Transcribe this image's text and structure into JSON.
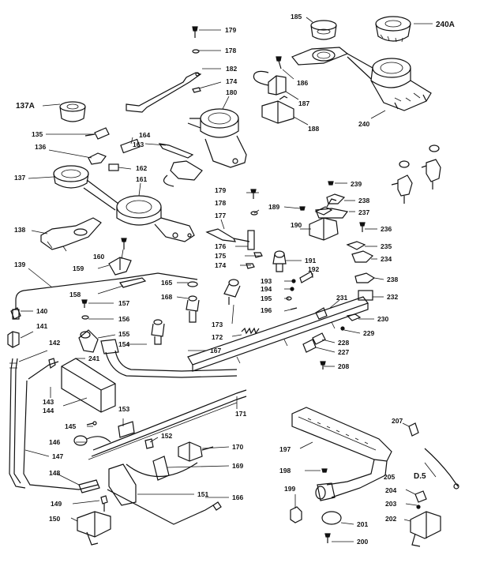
{
  "labels": {
    "l179a": "179",
    "l178a": "178",
    "l185": "185",
    "l240a": "240A",
    "l182": "182",
    "l174a": "174",
    "l186": "186",
    "l137a": "137A",
    "l180": "180",
    "l187": "187",
    "l188": "188",
    "l135": "135",
    "l164": "164",
    "l163": "163",
    "l136": "136",
    "l162": "162",
    "l240": "240",
    "l137": "137",
    "l161": "161",
    "l239": "239",
    "l179b": "179",
    "l189": "189",
    "l238a": "238",
    "l178b": "178",
    "l237": "237",
    "l177": "177",
    "l190": "190",
    "l236": "236",
    "l138": "138",
    "l176": "176",
    "l235": "235",
    "l160": "160",
    "l175": "175",
    "l234": "234",
    "l191": "191",
    "l159": "159",
    "l174b": "174",
    "l139": "139",
    "l192": "192",
    "l158": "158",
    "l165": "165",
    "l193": "193",
    "l238b": "238",
    "l194": "194",
    "l168": "168",
    "l157": "157",
    "l195": "195",
    "l231": "231",
    "l232": "232",
    "l140": "140",
    "l196": "196",
    "l156": "156",
    "l230": "230",
    "l141": "141",
    "l155": "155",
    "l173": "173",
    "l172": "172",
    "l229": "229",
    "l154": "154",
    "l142": "142",
    "l228": "228",
    "l167": "167",
    "l227": "227",
    "l241": "241",
    "l208": "208",
    "l143": "143",
    "l144": "144",
    "l171": "171",
    "l153": "153",
    "l207": "207",
    "l145": "145",
    "l152": "152",
    "l146": "146",
    "l170": "170",
    "l197": "197",
    "l147": "147",
    "l169": "169",
    "l198": "198",
    "l205": "205",
    "l148": "148",
    "d5": "D.5",
    "l151": "151",
    "l166": "166",
    "l199": "199",
    "l204": "204",
    "l149": "149",
    "l203": "203",
    "l202": "202",
    "l150": "150",
    "l201": "201",
    "l200": "200"
  }
}
